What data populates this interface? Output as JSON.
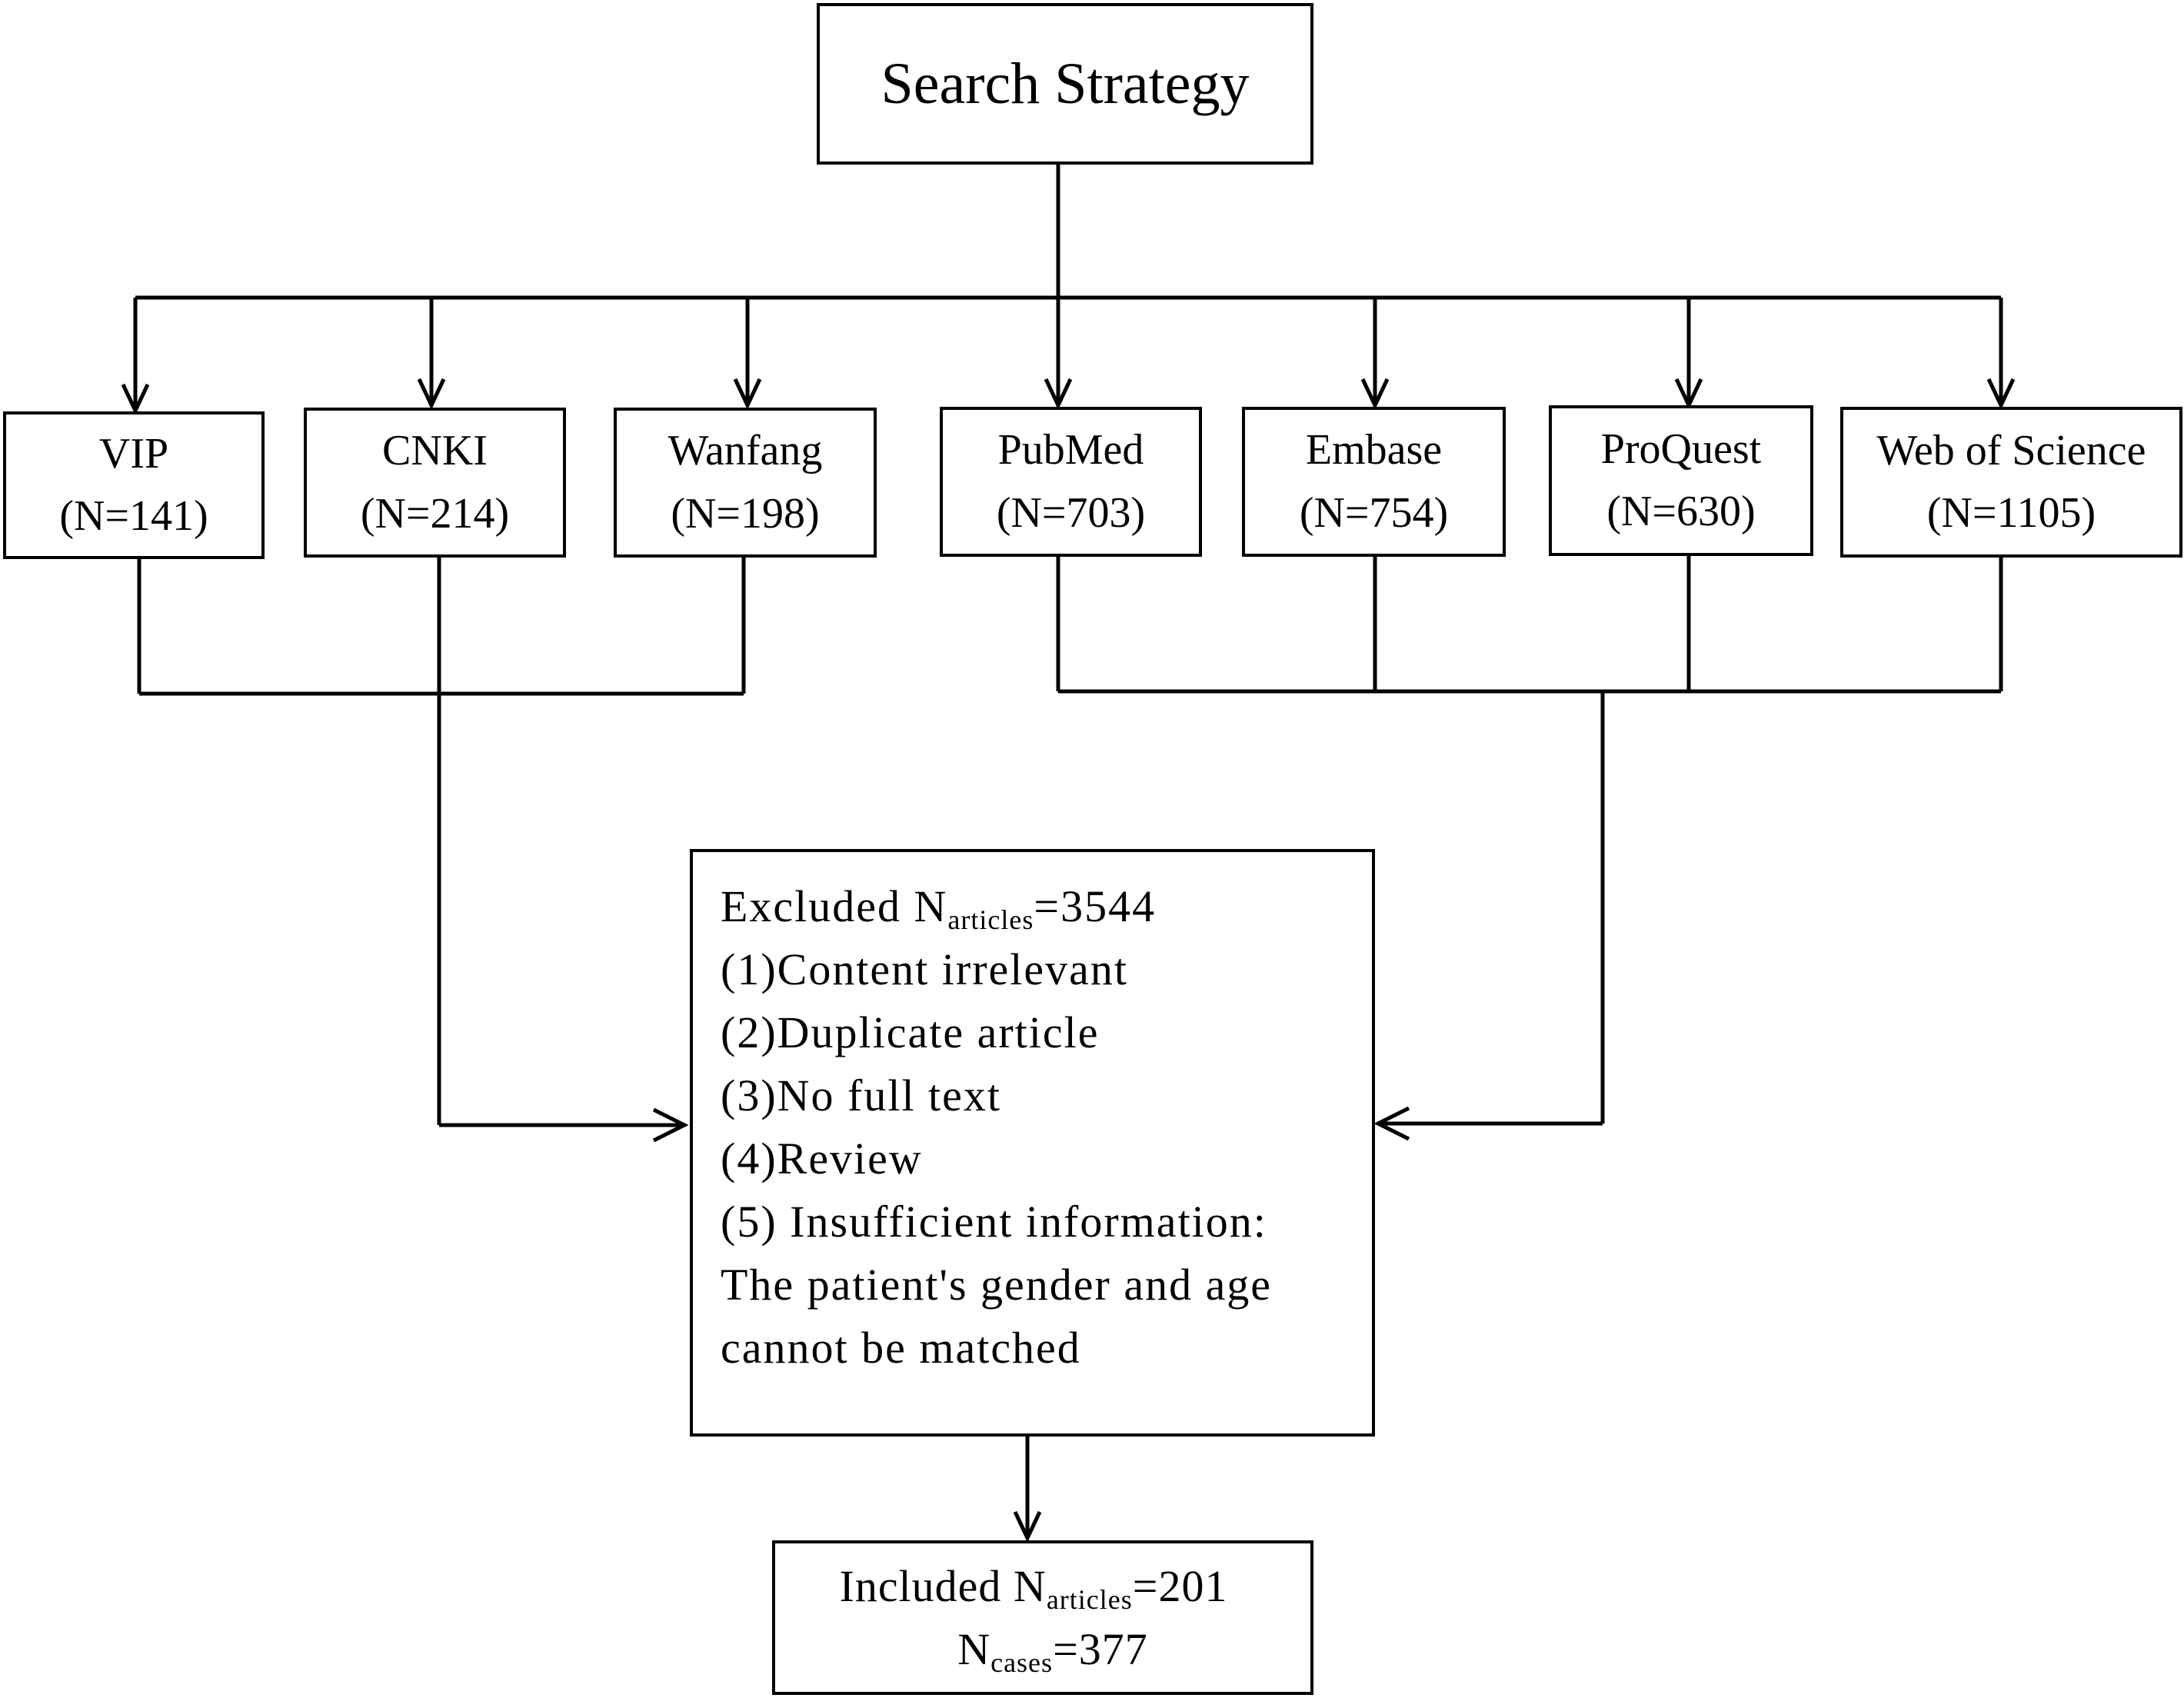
{
  "root": {
    "label": "Search Strategy"
  },
  "databases": [
    {
      "name": "VIP",
      "count": "(N=141)"
    },
    {
      "name": "CNKI",
      "count": "(N=214)"
    },
    {
      "name": "Wanfang",
      "count": "(N=198)"
    },
    {
      "name": "PubMed",
      "count": "(N=703)"
    },
    {
      "name": "Embase",
      "count": "(N=754)"
    },
    {
      "name": "ProQuest",
      "count": "(N=630)"
    },
    {
      "name": "Web of Science",
      "count": "(N=1105)"
    }
  ],
  "excluded": {
    "prefix": "Excluded N",
    "sub": "articles",
    "value": "=3544",
    "reasons": [
      "(1)Content irrelevant",
      "(2)Duplicate article",
      "(3)No full text",
      "(4)Review",
      "(5) Insufficient information:",
      "The patient's gender and age",
      "cannot be matched"
    ]
  },
  "included": {
    "articles_prefix": "Included N",
    "articles_sub": "articles",
    "articles_value": "=201",
    "cases_prefix": "N",
    "cases_sub": "cases",
    "cases_value": "=377"
  }
}
